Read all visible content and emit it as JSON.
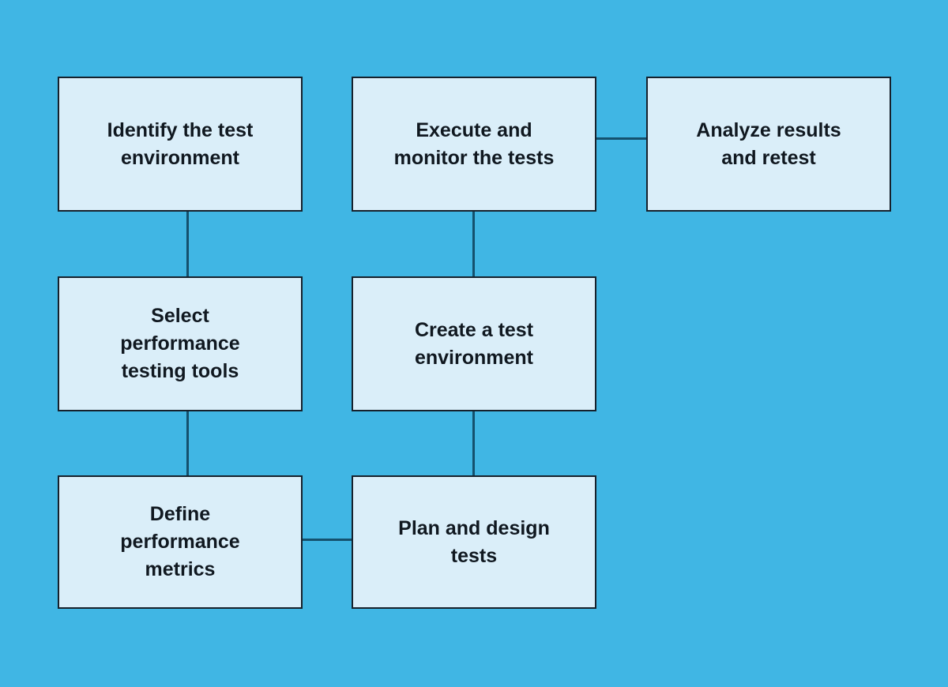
{
  "colors": {
    "background": "#40b6e4",
    "node_fill": "#daeef9",
    "node_border": "#16212c",
    "connector": "#14516e",
    "text": "#101820"
  },
  "diagram": {
    "type": "flowchart",
    "nodes": [
      {
        "id": "identify-the-test-environment",
        "label": "Identify the test\nenvironment"
      },
      {
        "id": "execute-and-monitor-the-tests",
        "label": "Execute and\nmonitor the tests"
      },
      {
        "id": "analyze-results-and-retest",
        "label": "Analyze results\nand retest"
      },
      {
        "id": "select-performance-testing-tools",
        "label": "Select\nperformance\ntesting tools"
      },
      {
        "id": "create-a-test-environment",
        "label": "Create a test\nenvironment"
      },
      {
        "id": "define-performance-metrics",
        "label": "Define\nperformance\nmetrics"
      },
      {
        "id": "plan-and-design-tests",
        "label": "Plan and design\ntests"
      }
    ],
    "edges": [
      {
        "from": "identify-the-test-environment",
        "to": "select-performance-testing-tools",
        "style": "plain-line"
      },
      {
        "from": "select-performance-testing-tools",
        "to": "define-performance-metrics",
        "style": "plain-line"
      },
      {
        "from": "define-performance-metrics",
        "to": "plan-and-design-tests",
        "style": "plain-line"
      },
      {
        "from": "plan-and-design-tests",
        "to": "create-a-test-environment",
        "style": "plain-line"
      },
      {
        "from": "create-a-test-environment",
        "to": "execute-and-monitor-the-tests",
        "style": "plain-line"
      },
      {
        "from": "execute-and-monitor-the-tests",
        "to": "analyze-results-and-retest",
        "style": "plain-line"
      }
    ]
  }
}
